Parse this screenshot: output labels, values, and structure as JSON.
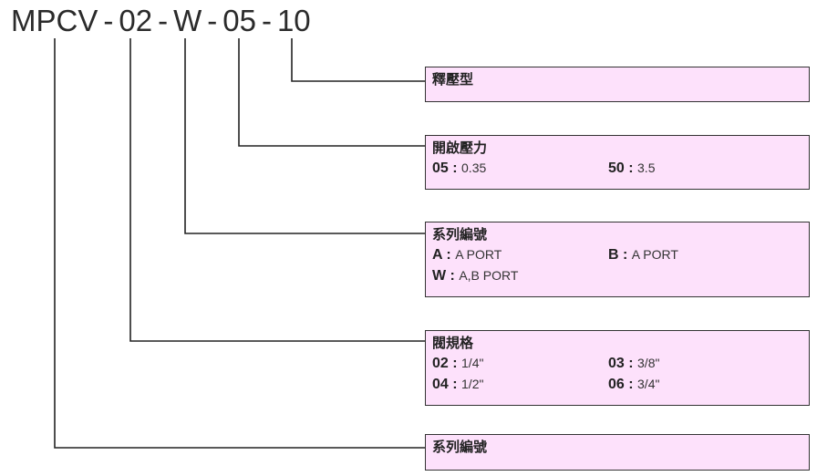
{
  "model_code": {
    "segments": [
      "MPCV",
      "02",
      "W",
      "05",
      "10"
    ],
    "separator": "-"
  },
  "boxes": [
    {
      "title": "釋壓型",
      "options": []
    },
    {
      "title": "開啟壓力",
      "options": [
        {
          "code": "05",
          "value": "0.35"
        },
        {
          "code": "50",
          "value": "3.5"
        }
      ]
    },
    {
      "title": "系列編號",
      "options": [
        {
          "code": "A",
          "value": "A PORT"
        },
        {
          "code": "B",
          "value": "A PORT"
        },
        {
          "code": "W",
          "value": "A,B PORT"
        }
      ]
    },
    {
      "title": "閥規格",
      "options": [
        {
          "code": "02",
          "value": "1/4\""
        },
        {
          "code": "03",
          "value": "3/8\""
        },
        {
          "code": "04",
          "value": "1/2\""
        },
        {
          "code": "06",
          "value": "3/4\""
        }
      ]
    },
    {
      "title": "系列編號",
      "options": []
    }
  ],
  "colors": {
    "box_fill": "#fde1fb",
    "line": "#222222"
  }
}
